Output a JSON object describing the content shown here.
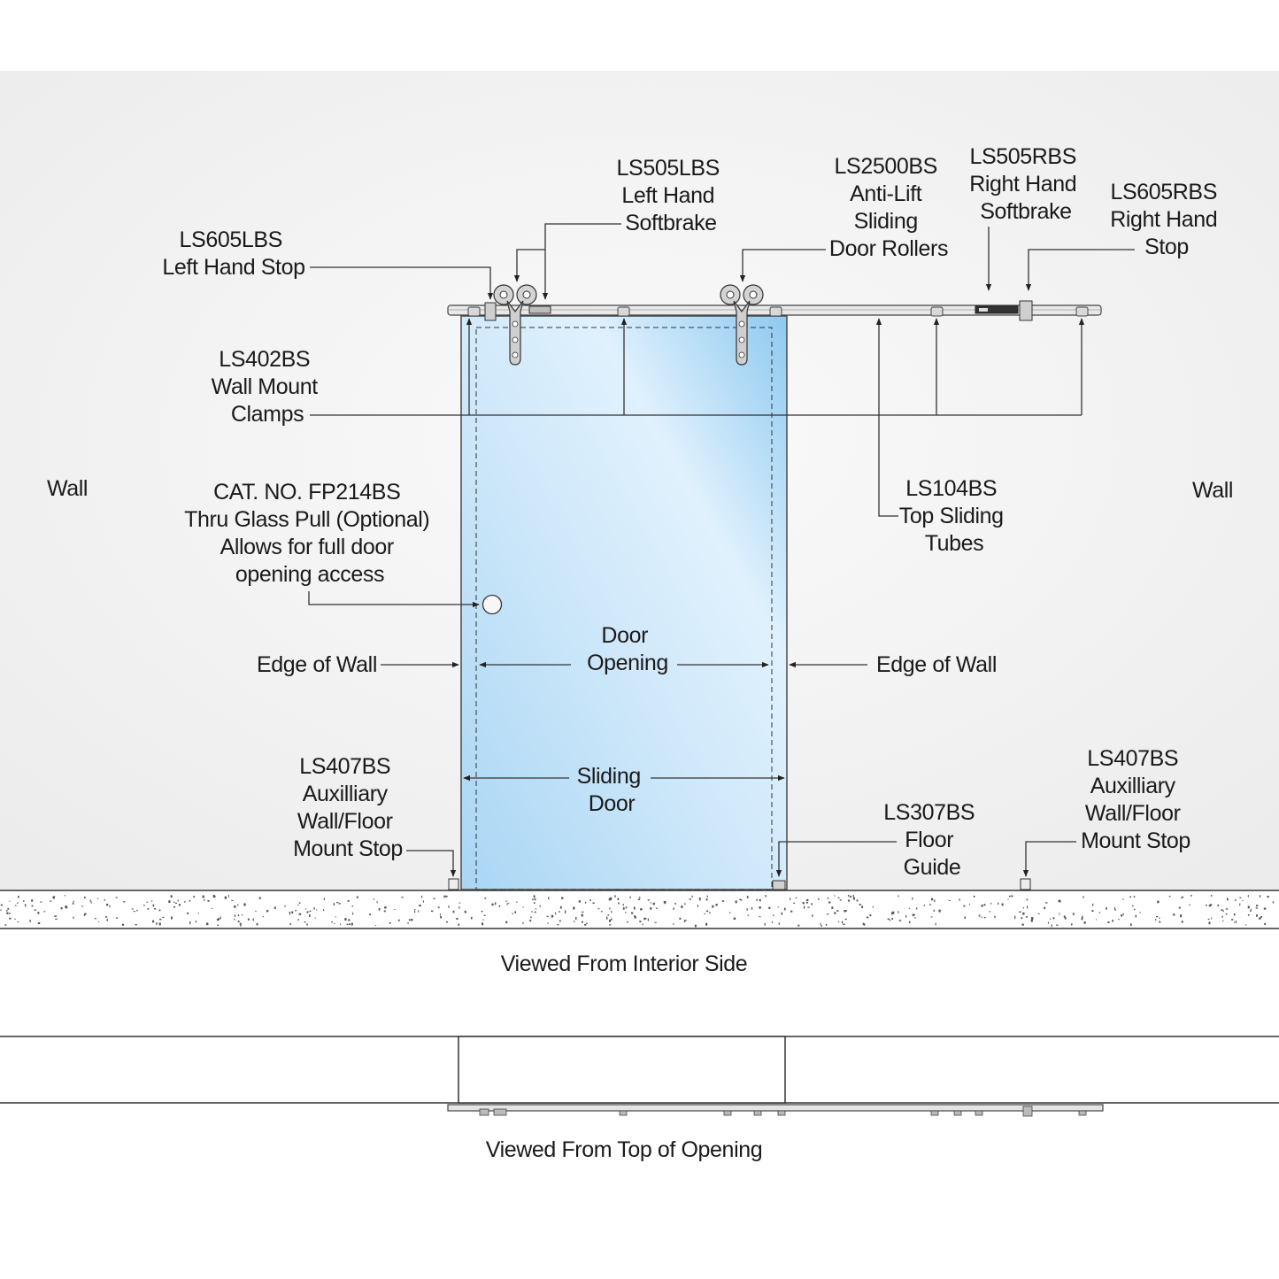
{
  "labels": {
    "ls605lbs": [
      "LS605LBS",
      "Left Hand Stop"
    ],
    "ls505lbs": [
      "LS505LBS",
      "Left Hand",
      "Softbrake"
    ],
    "ls2500bs": [
      "LS2500BS",
      "Anti-Lift",
      "Sliding",
      "Door Rollers"
    ],
    "ls505rbs": [
      "LS505RBS",
      "Right Hand",
      "Softbrake"
    ],
    "ls605rbs": [
      "LS605RBS",
      "Right Hand",
      "Stop"
    ],
    "ls402bs": [
      "LS402BS",
      "Wall Mount",
      "Clamps"
    ],
    "wall_left": "Wall",
    "wall_right": "Wall",
    "fp214bs": [
      "CAT. NO. FP214BS",
      "Thru Glass Pull (Optional)",
      "Allows for full door",
      "opening access"
    ],
    "ls104bs": [
      "LS104BS",
      "Top Sliding",
      "Tubes"
    ],
    "edge_left": "Edge of Wall",
    "edge_right": "Edge of Wall",
    "door_opening": [
      "Door",
      "Opening"
    ],
    "sliding_door": [
      "Sliding",
      "Door"
    ],
    "ls407bs_left": [
      "LS407BS",
      "Auxilliary",
      "Wall/Floor",
      "Mount Stop"
    ],
    "ls307bs": [
      "LS307BS",
      "Floor",
      "Guide"
    ],
    "ls407bs_right": [
      "LS407BS",
      "Auxilliary",
      "Wall/Floor",
      "Mount Stop"
    ]
  },
  "captions": {
    "interior": "Viewed From Interior Side",
    "top": "Viewed From Top of Opening"
  },
  "colors": {
    "glass_light": "#e2f1fc",
    "glass_mid": "#b3dcf6",
    "glass_dark": "#88c6ef",
    "wall_shade": "#efefef",
    "hardware": "#c9c9c9"
  }
}
